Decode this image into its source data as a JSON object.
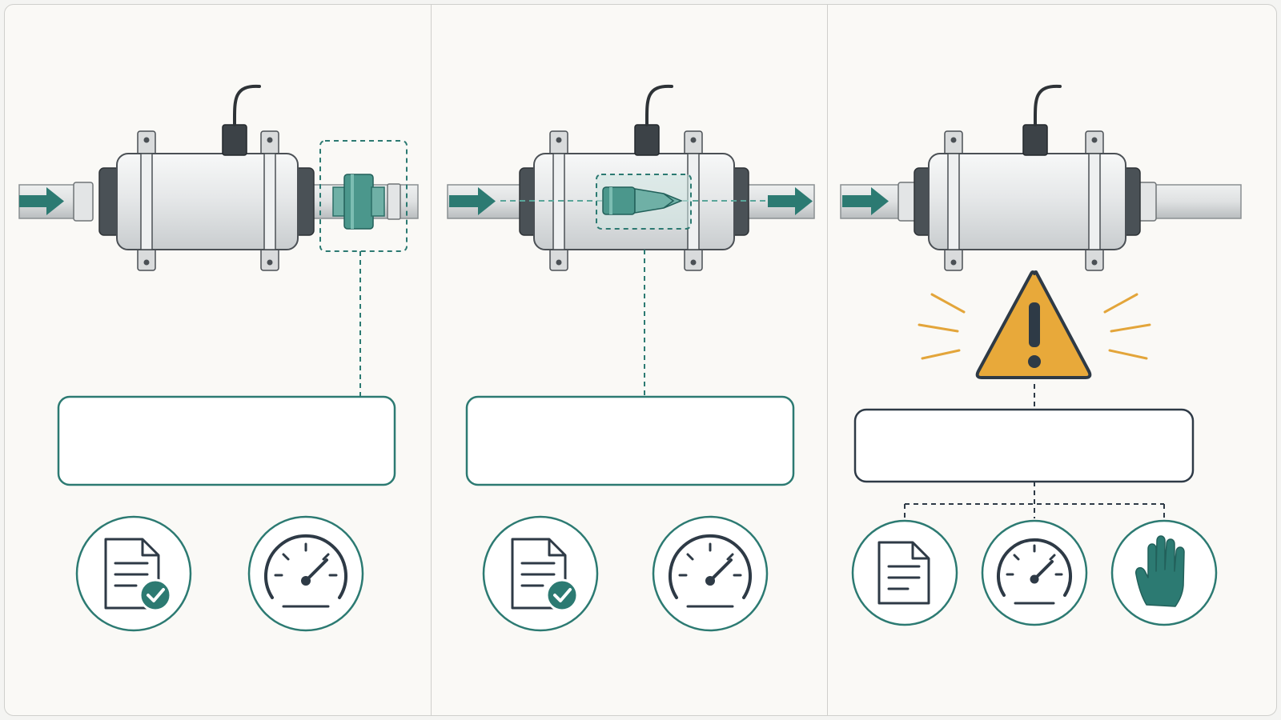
{
  "colors": {
    "teal": "#2c7a72",
    "teal_light": "#5aa59a",
    "navy": "#2e3a46",
    "warning": "#e8a93a",
    "ray": "#e3a53a",
    "background": "#faf9f6",
    "housing": "#e2e4e5",
    "pipe": "#d6d8d9"
  },
  "panels": [
    {
      "id": "panel-1",
      "highlight": "external-fitting",
      "label_box_style": "teal",
      "icons": [
        "document-check-icon",
        "gauge-icon"
      ]
    },
    {
      "id": "panel-2",
      "highlight": "internal-check-valve",
      "label_box_style": "teal",
      "icons": [
        "document-check-icon",
        "gauge-icon"
      ]
    },
    {
      "id": "panel-3",
      "highlight": "warning-alert",
      "label_box_style": "navy",
      "icons": [
        "document-icon",
        "gauge-icon",
        "stop-hand-icon"
      ]
    }
  ]
}
